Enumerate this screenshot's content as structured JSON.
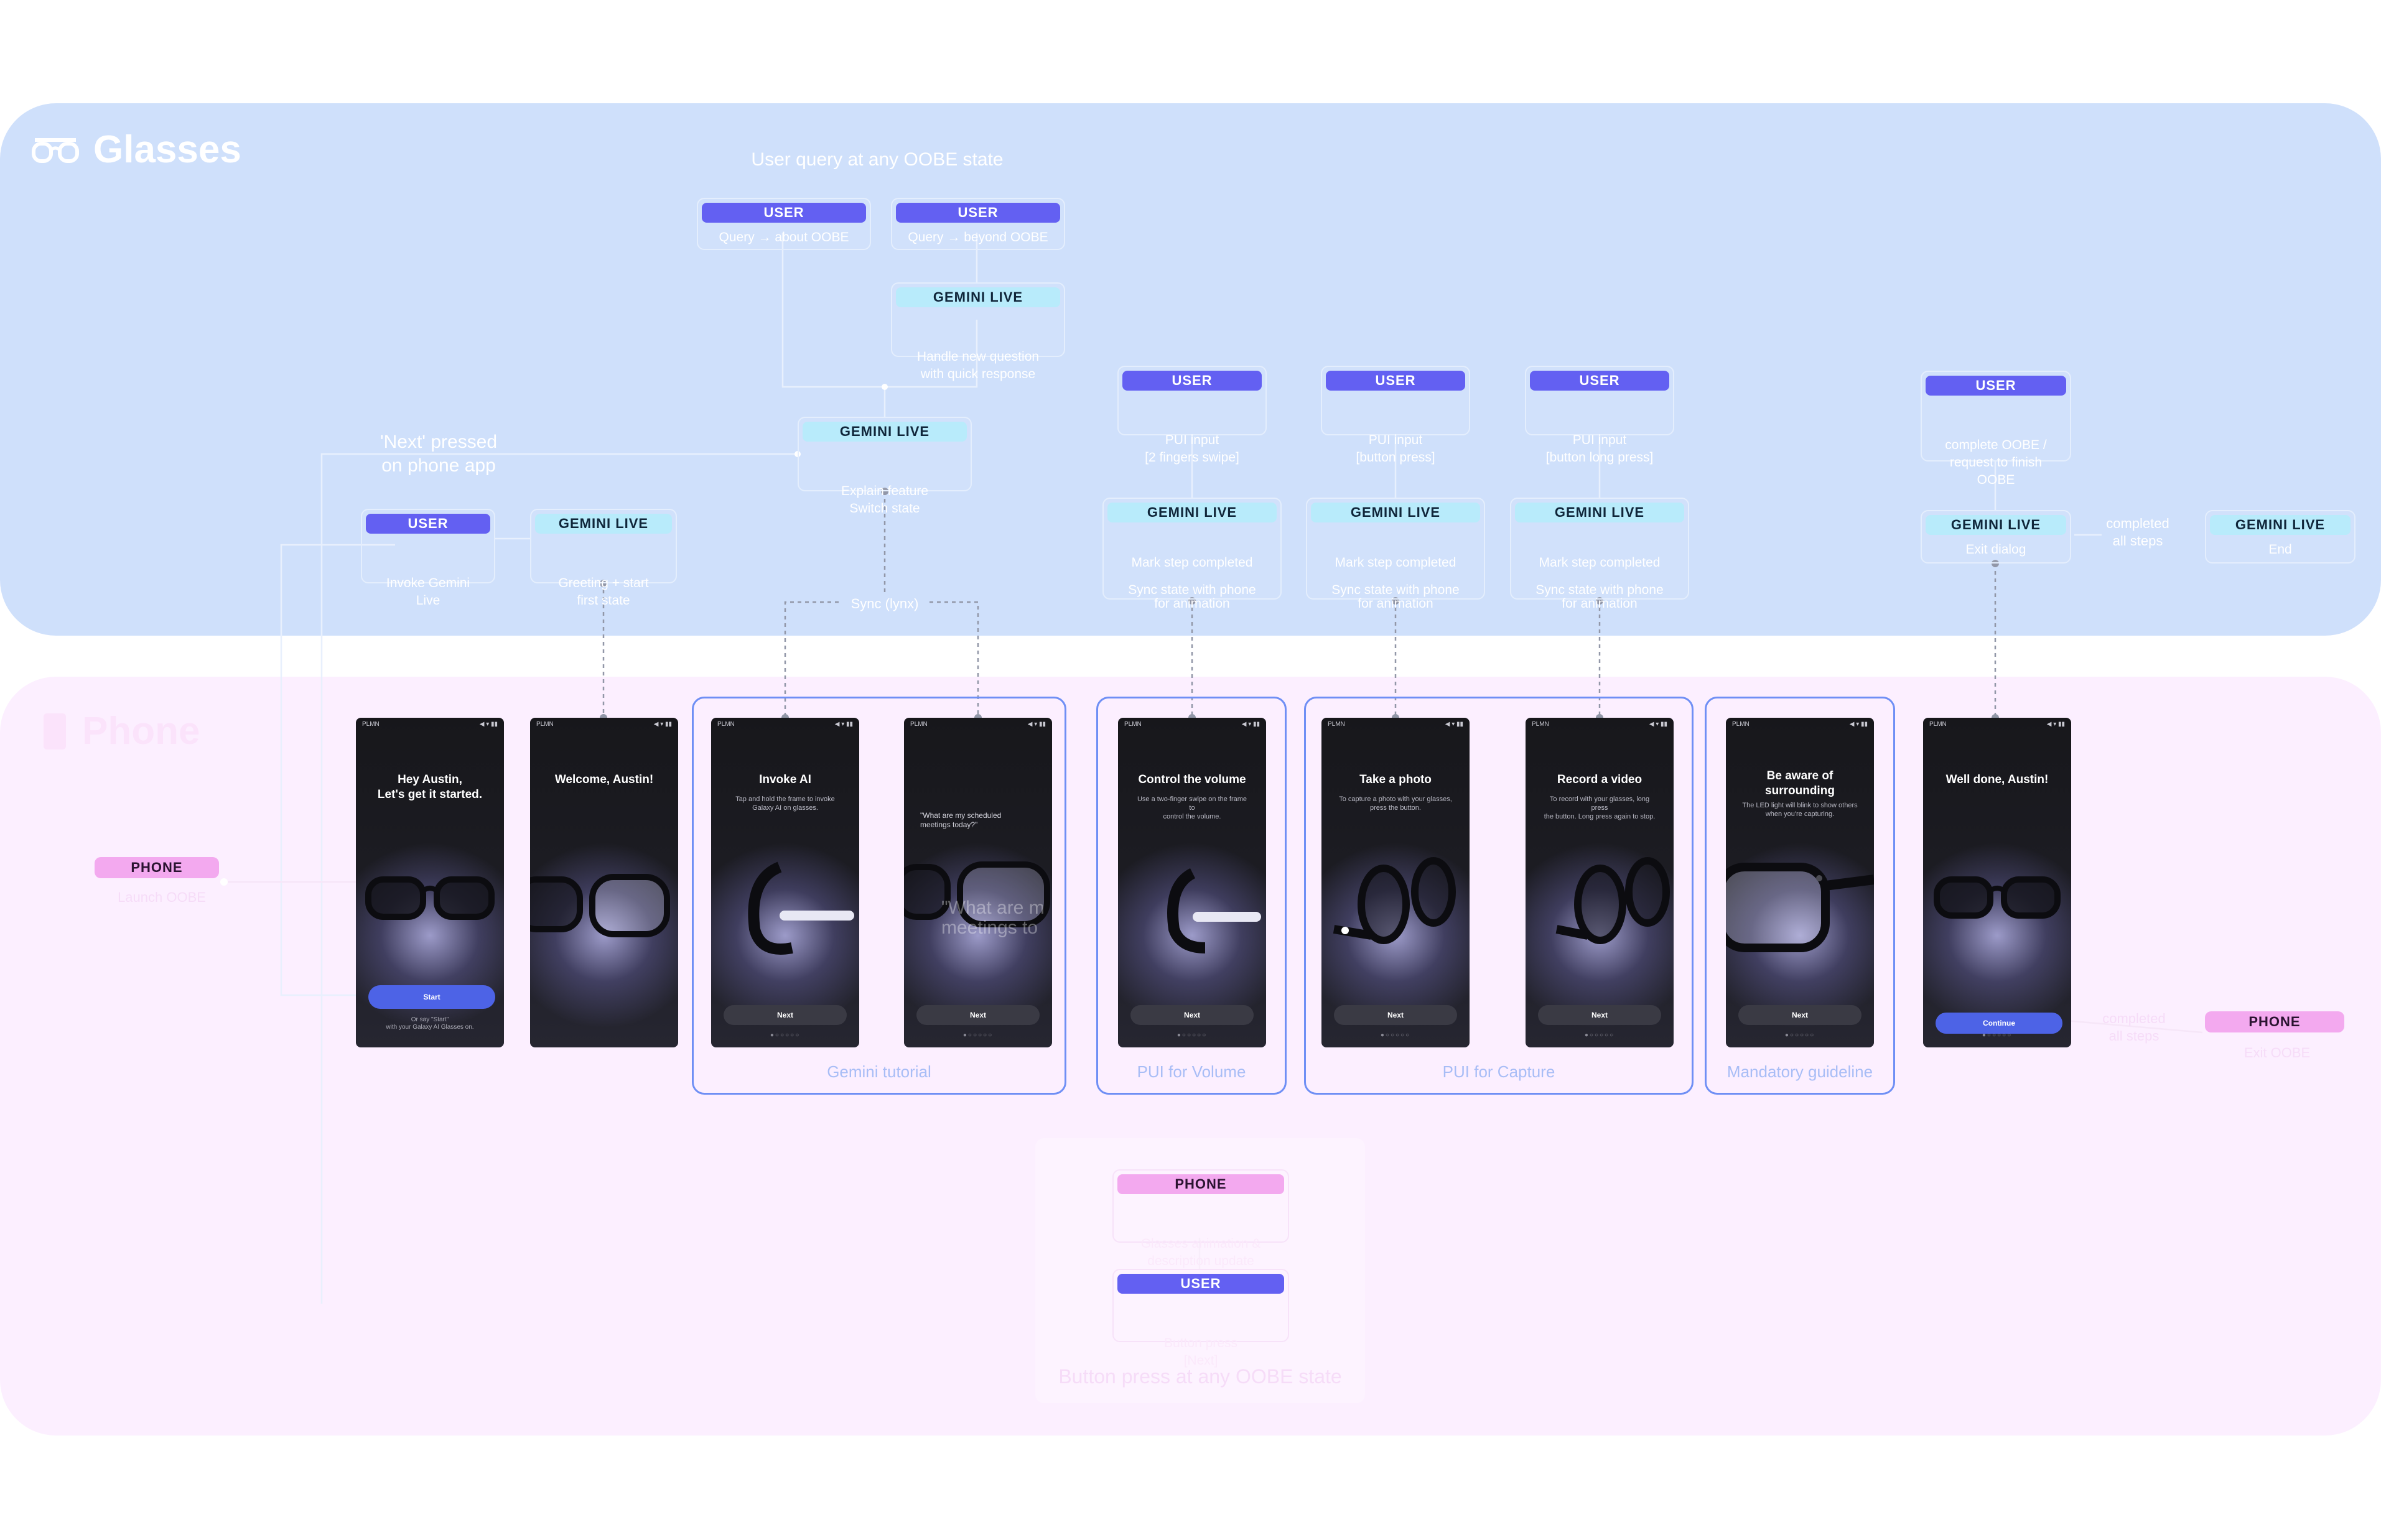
{
  "lanes": {
    "glasses": {
      "title": "Glasses",
      "icon": "glasses-icon"
    },
    "phone": {
      "title": "Phone",
      "icon": "phone-icon"
    }
  },
  "labels": {
    "user_query_any_state": "User query at any OOBE state",
    "next_pressed": "'Next' pressed\non phone app",
    "sync": "Sync (lynx)",
    "completed_all_steps": "completed\nall steps",
    "launch_oobe": "Launch OOBE",
    "completed_all_steps_phone": "completed\nall steps",
    "exit_oobe": "Exit OOBE",
    "button_press_any_state": "Button press at any OOBE state"
  },
  "nodes": {
    "user_query_about": {
      "tag": "USER",
      "text": "Query → about OOBE"
    },
    "user_query_beyond": {
      "tag": "USER",
      "text": "Query → beyond OOBE"
    },
    "gemini_handle_new": {
      "tag": "GEMINI LIVE",
      "text": "Handle new question\nwith quick response"
    },
    "gemini_explain": {
      "tag": "GEMINI LIVE",
      "text": "Explain feature\nSwitch state"
    },
    "user_invoke": {
      "tag": "USER",
      "text": "Invoke Gemini\nLive"
    },
    "gemini_greeting": {
      "tag": "GEMINI LIVE",
      "text": "Greeting + start\nfirst state"
    },
    "user_pui_swipe": {
      "tag": "USER",
      "text": "PUI input\n[2 fingers swipe]"
    },
    "user_pui_press": {
      "tag": "USER",
      "text": "PUI input\n[button press]"
    },
    "user_pui_long": {
      "tag": "USER",
      "text": "PUI input\n[button long press]"
    },
    "gemini_mark_1": {
      "tag": "GEMINI LIVE",
      "text": "Mark step completed\n\nSync state with phone\nfor animation"
    },
    "gemini_mark_2": {
      "tag": "GEMINI LIVE",
      "text": "Mark step completed\n\nSync state with phone\nfor animation"
    },
    "gemini_mark_3": {
      "tag": "GEMINI LIVE",
      "text": "Mark step completed\n\nSync state with phone\nfor animation"
    },
    "user_complete": {
      "tag": "USER",
      "text": "complete OOBE /\nrequest to finish\nOOBE"
    },
    "gemini_exit": {
      "tag": "GEMINI LIVE",
      "text": "Exit dialog"
    },
    "gemini_end": {
      "tag": "GEMINI LIVE",
      "text": "End"
    },
    "phone_update": {
      "tag": "PHONE",
      "text": "Glasses animation &\ndescription update"
    },
    "user_button_next": {
      "tag": "USER",
      "text": "Button press\n[Next]"
    }
  },
  "pills": {
    "phone_start": "PHONE",
    "phone_end": "PHONE"
  },
  "groups": {
    "gemini_tutorial": "Gemini tutorial",
    "pui_volume": "PUI for Volume",
    "pui_capture": "PUI for Capture",
    "mandatory": "Mandatory guideline"
  },
  "screens": {
    "s1": {
      "status": "PLMN",
      "title": "Hey Austin,\nLet's get it started.",
      "cta": "Start",
      "hint": "Or say \"Start\"\nwith your Galaxy AI Glasses on."
    },
    "s2": {
      "status": "PLMN",
      "title": "Welcome, Austin!"
    },
    "s3": {
      "status": "PLMN",
      "title": "Invoke AI",
      "desc": "Tap and hold the frame to invoke\nGalaxy AI on glasses.",
      "button": "Next",
      "dots": "●○○○○○"
    },
    "s4": {
      "status": "PLMN",
      "quote": "\"What are my scheduled\nmeetings today?\"",
      "bigq": "\"What are m\nmeetings to",
      "button": "Next",
      "dots": "●○○○○○"
    },
    "s5": {
      "status": "PLMN",
      "title": "Control the volume",
      "desc": "Use a two-finger swipe on the frame to\ncontrol the volume.",
      "button": "Next",
      "dots": "●○○○○○"
    },
    "s6": {
      "status": "PLMN",
      "title": "Take a photo",
      "desc": "To capture a photo with your glasses,\npress the button.",
      "button": "Next",
      "dots": "●○○○○○"
    },
    "s7": {
      "status": "PLMN",
      "title": "Record a video",
      "desc": "To record with your glasses, long press\nthe button. Long press again to stop.",
      "button": "Next",
      "dots": "●○○○○○"
    },
    "s8": {
      "status": "PLMN",
      "title": "Be aware of\nsurrounding",
      "desc": "The LED light will blink to show others\nwhen you're capturing.",
      "button": "Next",
      "dots": "●○○○○○"
    },
    "s9": {
      "status": "PLMN",
      "title": "Well done, Austin!",
      "cta": "Continue",
      "dots": "●○○○○○"
    }
  }
}
